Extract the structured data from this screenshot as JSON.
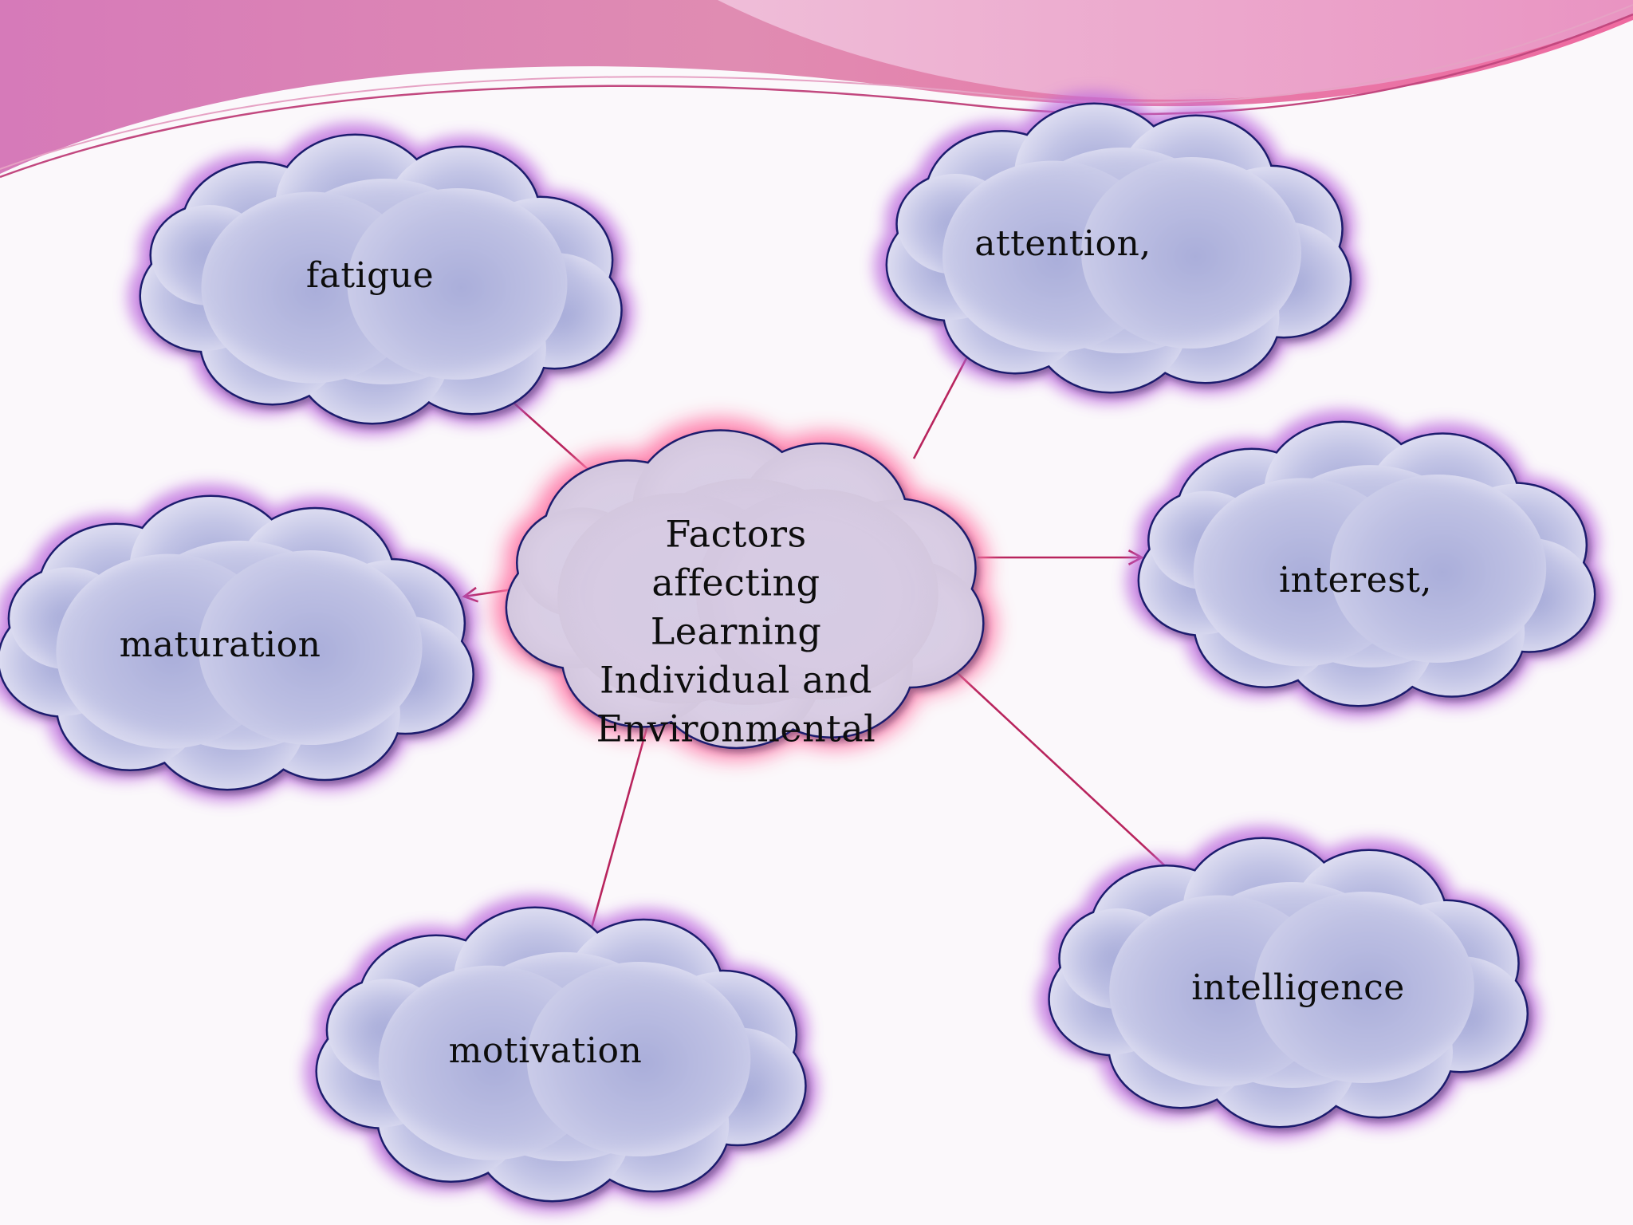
{
  "diagram": {
    "center": {
      "lines": [
        "Factors",
        "affecting",
        "Learning",
        "Individual and",
        "Environmental"
      ]
    },
    "nodes": [
      {
        "id": "fatigue",
        "label": "fatigue"
      },
      {
        "id": "attention",
        "label": "attention,"
      },
      {
        "id": "maturation",
        "label": "maturation"
      },
      {
        "id": "interest",
        "label": "interest,"
      },
      {
        "id": "motivation",
        "label": "motivation"
      },
      {
        "id": "intelligence",
        "label": "intelligence"
      }
    ],
    "edges": [
      {
        "from": "center",
        "to": "fatigue"
      },
      {
        "from": "center",
        "to": "attention"
      },
      {
        "from": "center",
        "to": "maturation"
      },
      {
        "from": "center",
        "to": "interest"
      },
      {
        "from": "center",
        "to": "motivation"
      },
      {
        "from": "center",
        "to": "intelligence"
      }
    ]
  },
  "colors": {
    "cloud_fill_center": "#a1a6d6",
    "cloud_fill_edge": "#e9e8f6",
    "cloud_stroke": "#1f1f6e",
    "cloud_glow": "#bb66dd",
    "center_glow": "#ff7aa8",
    "arrow": "#b8245d",
    "banner_pink": "#d9739e",
    "banner_light": "#efb8d8"
  }
}
